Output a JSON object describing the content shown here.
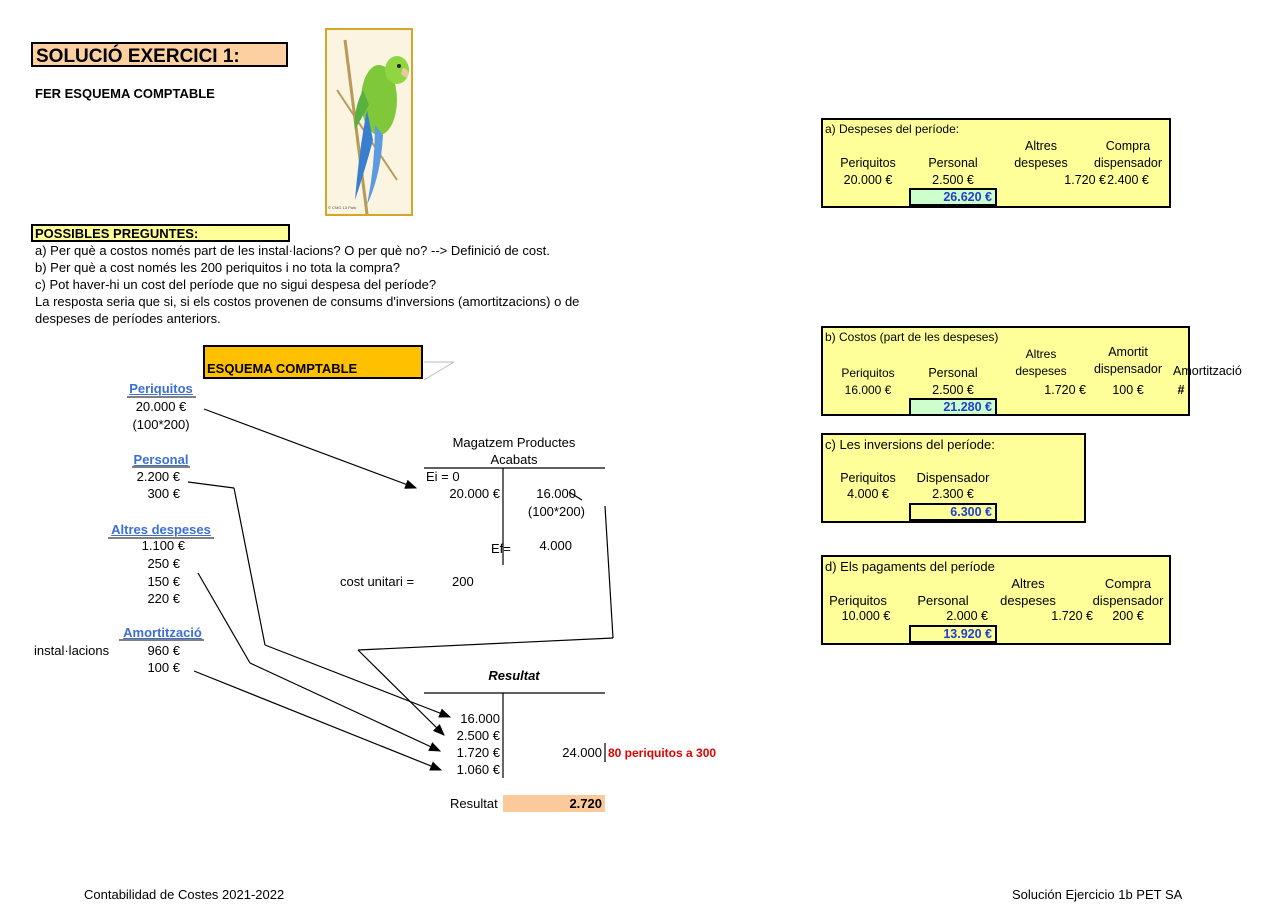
{
  "header": {
    "title": "SOLUCIÓ EXERCICI 1:",
    "subtitle": "FER ESQUEMA COMPTABLE",
    "image_credit": "© CMG 13 Park"
  },
  "questions": {
    "title": "POSSIBLES PREGUNTES:",
    "lines": [
      "a) Per què a costos només part de les instal·lacions?  O per què no? --> Definició de cost.",
      "b) Per què a cost només les 200 periquitos i no tota la compra?",
      "c) Pot haver-hi un cost del període que no sigui despesa del període?",
      "La resposta seria que si, si els costos provenen de consums d'inversions (amortitzacions) o de",
      "despeses de períodes anteriors."
    ]
  },
  "scheme": {
    "title": "ESQUEMA COMPTABLE",
    "periquitos": {
      "label": "Periquitos",
      "values": [
        "20.000 €",
        "(100*200)"
      ]
    },
    "personal": {
      "label": "Personal",
      "values": [
        "2.200 €",
        "300 €"
      ]
    },
    "altres": {
      "label": "Altres despeses",
      "values": [
        "1.100 €",
        "250 €",
        "150 €",
        "220 €"
      ]
    },
    "amort": {
      "label": "Amortització",
      "side_label": "instal·lacions",
      "values": [
        "960 €",
        "100 €"
      ]
    },
    "warehouse": {
      "title_1": "Magatzem Productes",
      "title_2": "Acabats",
      "ei": "Ei = 0",
      "debit": "20.000 €",
      "credit": "16.000",
      "credit_note": "(100*200)",
      "ef_label": "Ef=",
      "ef_value": "4.000"
    },
    "unit_cost_label": "cost unitari =",
    "unit_cost_value": "200",
    "resultat": {
      "title": "Resultat",
      "debits": [
        "16.000",
        "2.500 €",
        "1.720 €",
        "1.060 €"
      ],
      "credit": "24.000",
      "note": "80 periquitos a 300",
      "result_label": "Resultat",
      "result_value": "2.720"
    }
  },
  "panel_a": {
    "title": "a) Despeses del període:",
    "cols": [
      {
        "h1": "",
        "h2": "Periquitos",
        "v": "20.000 €"
      },
      {
        "h1": "",
        "h2": "Personal",
        "v": "2.500 €"
      },
      {
        "h1": "Altres",
        "h2": "despeses",
        "v": "1.720 €"
      },
      {
        "h1": "Compra",
        "h2": "dispensador",
        "v": "2.400 €"
      }
    ],
    "total": "26.620 €"
  },
  "panel_b": {
    "title": "b) Costos (part de les despeses)",
    "cols": [
      {
        "h1": "",
        "h2": "Periquitos",
        "v": "16.000 €"
      },
      {
        "h1": "",
        "h2": "Personal",
        "v": "2.500 €"
      },
      {
        "h1": "Altres",
        "h2": "despeses",
        "v": "1.720 €"
      },
      {
        "h1": "Amortit",
        "h2": "dispensador",
        "v": "100 €"
      },
      {
        "h1": "",
        "h2": "Amortització",
        "v": "#"
      }
    ],
    "total": "21.280 €"
  },
  "panel_c": {
    "title": "c) Les inversions del període:",
    "cols": [
      {
        "h2": "Periquitos",
        "v": "4.000 €"
      },
      {
        "h2": "Dispensador",
        "v": "2.300 €"
      }
    ],
    "total": "6.300 €"
  },
  "panel_d": {
    "title": "d) Els pagaments del període",
    "cols": [
      {
        "h1": "",
        "h2": "Periquitos",
        "v": "10.000 €"
      },
      {
        "h1": "",
        "h2": "Personal",
        "v": "2.000 €"
      },
      {
        "h1": "Altres",
        "h2": "despeses",
        "v": "1.720 €"
      },
      {
        "h1": "Compra",
        "h2": "dispensador",
        "v": "200 €"
      }
    ],
    "total": "13.920 €"
  },
  "footer": {
    "left": "Contabilidad de Costes 2021-2022",
    "right": "Solución Ejercicio 1b PET SA"
  },
  "colors": {
    "panel_bg": "#ffff99",
    "total_blue": "#1f3fd0",
    "scheme_orange": "#ffc000",
    "title_peach": "#fdd0a2",
    "total_cell_green": "#ccffcc"
  }
}
